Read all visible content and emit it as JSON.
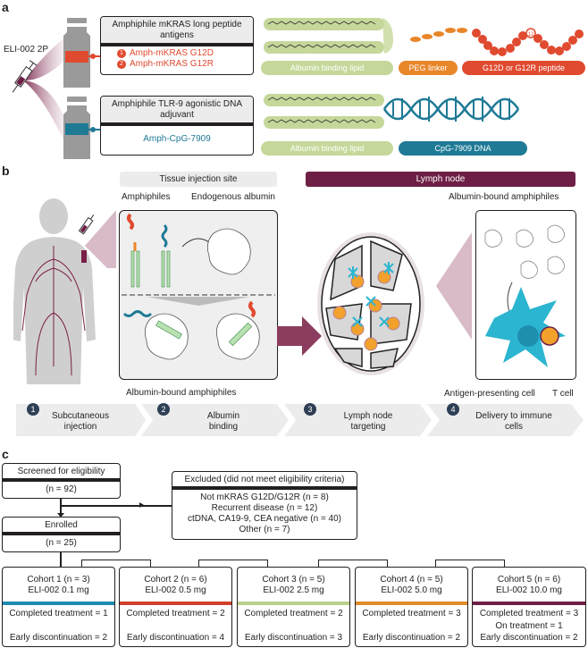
{
  "panels": {
    "a": "a",
    "b": "b",
    "c": "c"
  },
  "panel_a": {
    "product": "ELI-002 2P",
    "peptide_box": {
      "title": "Amphiphile mKRAS long peptide antigens",
      "items": [
        {
          "num": "1",
          "label": "Amph-mKRAS G12D"
        },
        {
          "num": "2",
          "label": "Amph-mKRAS G12R"
        }
      ]
    },
    "dna_box": {
      "title": "Amphiphile TLR-9 agonistic DNA adjuvant",
      "label": "Amph-CpG-7909"
    },
    "peptide_pills": [
      "Albumin binding lipid",
      "PEG linker",
      "G12D or G12R peptide"
    ],
    "dna_pills": [
      "Albumin binding lipid",
      "CpG-7909 DNA"
    ],
    "peptide_marker": "12",
    "colors": {
      "peptide": "#e04a2f",
      "dna": "#1f7a96",
      "lipid": "#c5d89a",
      "peg": "#e8862a",
      "vial": "#9a9a9a"
    }
  },
  "panel_b": {
    "tissue_label": "Tissue injection site",
    "lymph_label": "Lymph node",
    "amphiphiles_label": "Amphiphiles",
    "albumin_label": "Endogenous albumin",
    "bound_label": "Albumin-bound amphiphiles",
    "bound_label_2": "Albumin-bound amphiphiles",
    "apc_label": "Antigen-presenting cell",
    "tcell_label": "T cell",
    "steps": [
      {
        "num": "1",
        "label": "Subcutaneous injection"
      },
      {
        "num": "2",
        "label": "Albumin binding"
      },
      {
        "num": "3",
        "label": "Lymph node targeting"
      },
      {
        "num": "4",
        "label": "Delivery to immune cells"
      }
    ],
    "colors": {
      "lymph_bar": "#6e1f45",
      "arrow": "#8c3d5e",
      "apc": "#2bb5d0",
      "tcell": "#f2a22c"
    }
  },
  "panel_c": {
    "screened": {
      "title": "Screened for eligibility",
      "n": "(n = 92)"
    },
    "excluded": {
      "title": "Excluded (did not meet eligibility criteria)",
      "reasons": [
        "Not mKRAS G12D/G12R (n = 8)",
        "Recurrent disease (n = 12)",
        "ctDNA, CA19-9, CEA negative (n = 40)",
        "Other (n = 7)"
      ]
    },
    "enrolled": {
      "title": "Enrolled",
      "n": "(n = 25)"
    },
    "cohorts": [
      {
        "title": "Cohort 1 (n = 3)",
        "dose": "ELI-002 0.1 mg",
        "color": "#1f8bb0",
        "lines": [
          "Completed treatment = 1",
          "",
          "Early discontinuation = 2"
        ]
      },
      {
        "title": "Cohort 2 (n = 6)",
        "dose": "ELI-002 0.5 mg",
        "color": "#d0402c",
        "lines": [
          "Completed treatment = 2",
          "",
          "Early discontinuation = 4"
        ]
      },
      {
        "title": "Cohort 3 (n = 5)",
        "dose": "ELI-002 2.5 mg",
        "color": "#b9d08a",
        "lines": [
          "Completed treatment = 2",
          "",
          "Early discontinuation = 3"
        ]
      },
      {
        "title": "Cohort 4 (n = 5)",
        "dose": "ELI-002 5.0 mg",
        "color": "#e08a2a",
        "lines": [
          "Completed treatment = 3",
          "",
          "Early discontinuation = 2"
        ]
      },
      {
        "title": "Cohort 5 (n = 6)",
        "dose": "ELI-002 10.0 mg",
        "color": "#6e1f45",
        "lines": [
          "Completed treatment = 3",
          "On treatment = 1",
          "Early discontinuation = 2"
        ]
      }
    ]
  }
}
